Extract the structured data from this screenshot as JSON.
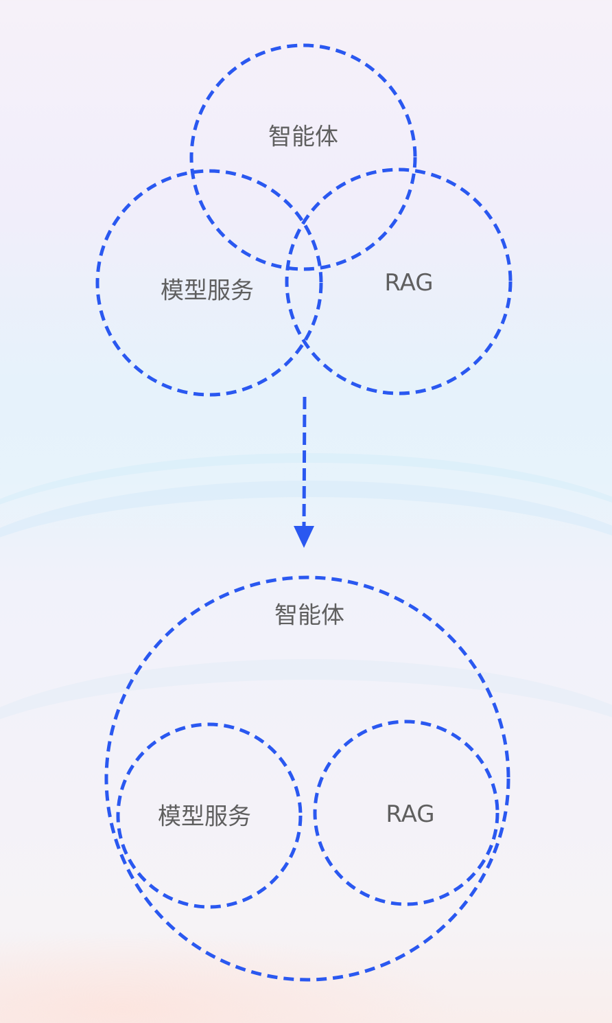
{
  "colors": {
    "stroke": "#2a58f0",
    "label": "#5f5f5f"
  },
  "top_diagram": {
    "circles": [
      {
        "id": "agent",
        "label": "智能体"
      },
      {
        "id": "model-service",
        "label": "模型服务"
      },
      {
        "id": "rag",
        "label": "RAG"
      }
    ]
  },
  "arrow": {
    "direction": "down"
  },
  "bottom_diagram": {
    "outer": {
      "id": "agent",
      "label": "智能体"
    },
    "inner": [
      {
        "id": "model-service",
        "label": "模型服务"
      },
      {
        "id": "rag",
        "label": "RAG"
      }
    ]
  }
}
